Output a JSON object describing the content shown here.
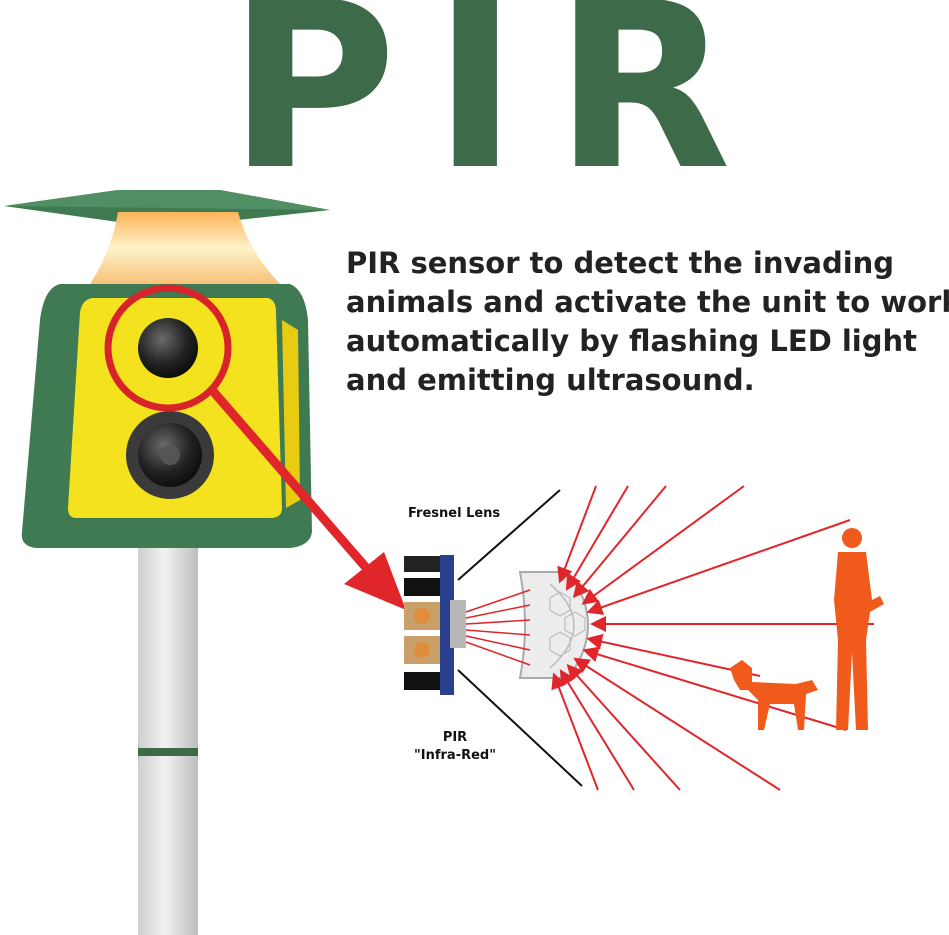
{
  "title": "PIR",
  "description": {
    "lines": [
      "PIR sensor to detect the invading",
      "animals and activate the unit to work",
      "automatically by flashing LED light",
      "and emitting ultrasound."
    ]
  },
  "diagram": {
    "fresnel_label": "Fresnel Lens",
    "pir_label_line1": "PIR",
    "pir_label_line2": "\"Infra-Red\""
  },
  "colors": {
    "brand_green": "#3d6b4a",
    "device_yellow": "#f4e21e",
    "ray_red": "#e0262b",
    "figure_orange": "#f05a1a"
  }
}
